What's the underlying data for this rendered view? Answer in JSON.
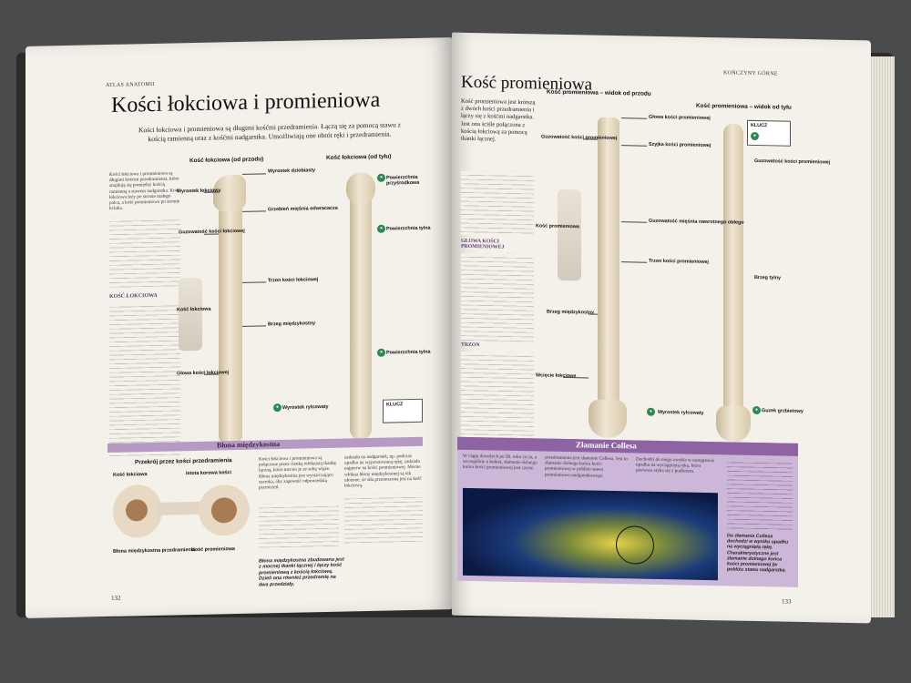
{
  "left_page": {
    "running_head": "ATLAS ANATOMII",
    "title": "Kości łokciowa i promieniowa",
    "intro": "Kości łokciowa i promieniowa są długimi kośćmi przedramienia. Łączą się za pomocą stawu z kością ramienną oraz z kośćmi nadgarstka. Umożliwiają one obrót ręki i przedramienia.",
    "col_text": "Kości łokciowa i promieniowa są długimi kośćmi przedramienia, które znajdują się pomiędzy kością ramienną a stawem nadgarstka. Kość łokciowa leży po stronie małego palca, a kość promieniowa po stronie kciuka.",
    "section_heading": "KOŚĆ ŁOKCIOWA",
    "view_front": "Kość łokciowa (od przodu)",
    "view_back": "Kość łokciowa (od tyłu)",
    "labels": {
      "olecranon": "Wyrostek łokciowy",
      "coronoid": "Wyrostek dziobiasty",
      "supinator": "Grzebień mięśnia odwracacza",
      "tuberosity": "Guzowatość kości łokciowej",
      "shaft": "Trzon kości łokciowej",
      "border": "Brzeg międzykostny",
      "head": "Głowa kości łokciowej",
      "styloid": "Wyrostek rylcowaty",
      "medial": "Powierzchnia przyśrodkowa",
      "posterior": "Powierzchnia tylna",
      "ulna_small": "Kość łokciowa"
    },
    "key_box": "KLUCZ",
    "membrane_heading": "Błona międzykostna",
    "section_title": "Przekrój przez kości przedramienia",
    "section_labels": {
      "ulna": "Kość łokciowa",
      "cortex": "Istota korowa kości",
      "membrane": "Błona międzykostna przedramienia",
      "radius": "Kość promieniowa"
    },
    "body_col1": "Kości łokciowa i promieniowa są połączone przez cienką włóknistą tkankę łączną, która mocno je ze sobą wiąże. Błona międzykostna jest wystarczająco szeroka, aby zapewnić odpowiednią przestrzeń.",
    "body_col2": "zadziała na nadgarstek, np. podczas upadku na wyprostowaną rękę, zadziała najpierw na kości promieniowej. Mocne włókna błony międzykostnej są tak ułożone, że siła przenoszona jest na kość łokciową.",
    "italic_note": "Błona międzykostna zbudowana jest z mocnej tkanki łącznej i łączy kość promieniową z kością łokciową. Dzieli ona również przedramię na dwa przedziały.",
    "page_number": "132"
  },
  "right_page": {
    "running_head": "KOŃCZYNY GÓRNE",
    "title": "Kość promieniowa",
    "intro": "Kość promieniowa jest krótszą z dwóch kości przedramienia i łączy się z kośćmi nadgarstka. Jest ona ściśle połączona z kością łokciową za pomocą tkanki łącznej.",
    "view_front": "Kość promieniowa – widok od przodu",
    "view_back": "Kość promieniowa – widok od tyłu",
    "key_box": "KLUCZ",
    "glowa_heading": "GŁOWA KOŚCI PROMIENIOWEJ",
    "trzon_heading": "TRZON",
    "labels": {
      "head": "Głowa kości promieniowej",
      "neck": "Szyjka kości promieniowej",
      "tuberosity": "Guzowatość kości promieniowej",
      "biceps": "Guzowatość mięśnia nawrotnego obłego",
      "shaft": "Trzon kości promieniowej",
      "border": "Brzeg międzykostny",
      "posterior_border": "Brzeg tylny",
      "notch": "Wcięcie łokciowe",
      "styloid": "Wyrostek rylcowaty",
      "tubercle": "Guzek grzbietowy",
      "radius_small": "Kość promieniowa",
      "tuberosity_back": "Guzowatość kości promieniowej"
    },
    "colles_heading": "Złamanie Collesa",
    "colles_text": "W ciągu dorosłych po 50. roku życia, a szczególnie u kobiet, złamanie dolnego końca kości promieniowej jest częste.",
    "colles_col2": "przedramienia jest złamanie Collesa. Jest to złamanie dolnego końca kości promieniowej w pobliżu stawu promieniowo-nadgarstkowego.",
    "colles_col3": "Dochodzi do niego zwykle w następstwie upadku na wyciągniętą rękę, która pierwsza styka się z podłożem.",
    "colles_side": "Do złamania Collesa dochodzi w wyniku upadku na wyciągniętą rękę. Charakterystyczne jest złamanie dolnego końca kości promieniowej (w pobliżu stawu nadgarstka.",
    "page_number": "133"
  }
}
